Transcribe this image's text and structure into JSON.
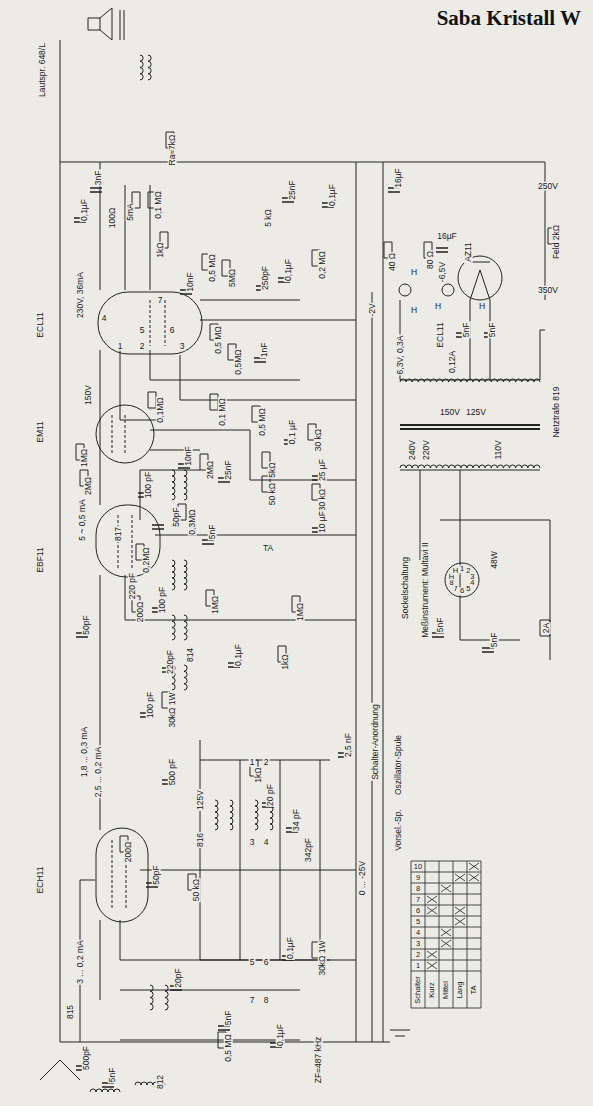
{
  "diagram": {
    "title": "Saba Kristall W",
    "labels": [
      "Lautspr. 648/L",
      "Ra≈7kΩ",
      "3nF",
      "0,1µF",
      "100Ω",
      "5mA",
      "0,1 MΩ",
      "25nF",
      "5 kΩ",
      "0,1µF",
      "0,1µF",
      "16µF",
      "250V",
      "Feld 2kΩ",
      "350V",
      "230V, 36mA",
      "ECL11",
      "4",
      "5",
      "6",
      "7",
      "1",
      "2",
      "3",
      "1kΩ",
      "10nF",
      "0,5 MΩ",
      "5MΩ",
      "250pF",
      "0,2 MΩ",
      "-2V",
      "150V",
      "0,1MΩ",
      "0,5 MΩ",
      "0,5MΩ",
      "1nF",
      "0,1 MΩ",
      "0,5 MΩ",
      "0,1 µF",
      "30 kΩ",
      "40 Ω",
      "H",
      "H",
      "80 Ω",
      "-6,5V",
      "16µF",
      "AZ11",
      "H",
      "H",
      "6,3V, 0,3A",
      "ECL11",
      "5nF",
      "5nF",
      "0,12A",
      "Netztrafo 819",
      "240V",
      "220V",
      "150V",
      "125V",
      "110V",
      "EM11",
      "1MΩ",
      "2MΩ",
      "10nF",
      "2MΩ",
      "25nF",
      "100 pF",
      "5kΩ",
      "817",
      "50pF",
      "0,3MΩ",
      "5nF",
      "220 pF",
      "0,2MΩ",
      "50 kΩ",
      "25 µF",
      "30 kΩ",
      "10 µF",
      "TA",
      "EBF11",
      "5 ~ 0,5 mA",
      "50pF",
      "200Ω",
      "100 pF",
      "1MΩ",
      "1MΩ",
      "814",
      "220pF",
      "0,1µF",
      "1kΩ",
      "100 pF",
      "30kΩ 1W",
      "5nF",
      "5nF",
      "2A",
      "Sockelschaltung",
      "Meßinstrument: Multavi II",
      "48W",
      "Schalter-Anordnung",
      "Oszillator-Spule",
      "Vorsel.-Sp.",
      "500 pF",
      "1kΩ",
      "20 pF",
      "2,5 nF",
      "1,8 ... 0,3 mA",
      "2,5 ... 0,2 mA",
      "816",
      "125V",
      "50pF",
      "200Ω",
      "50 kΩ",
      "34 pF",
      "342pF",
      "ECH11",
      "0 ... -25V",
      "3 ... 0,2 mA",
      "0,1µF",
      "30kΩ 1W",
      "20pF",
      "815",
      "5nF",
      "0,5 MΩ",
      "0,1µF",
      "ZF=487 kHz",
      "500pF",
      "5nF",
      "812",
      "Schalter",
      "Kurz",
      "Mittel",
      "Lang",
      "TA",
      "1",
      "2",
      "3",
      "4",
      "5",
      "6",
      "7",
      "8",
      "9",
      "10",
      "1",
      "2",
      "3",
      "4",
      "5",
      "6",
      "7",
      "8",
      "H",
      "H",
      "1",
      "2",
      "3",
      "4",
      "5",
      "6",
      "7",
      "8"
    ]
  }
}
